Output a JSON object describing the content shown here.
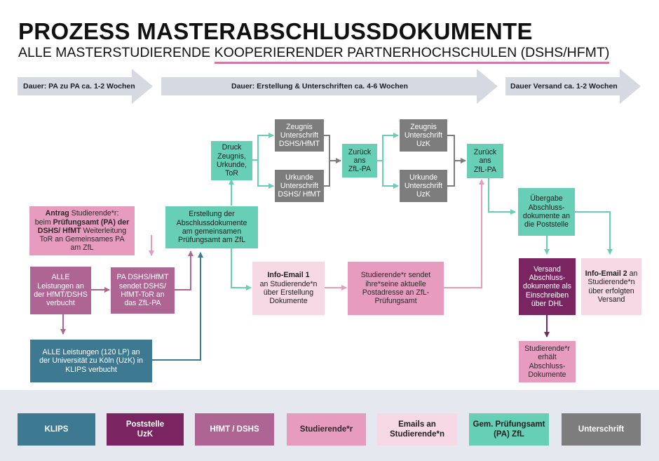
{
  "title": "PROZESS MASTERABSCHLUSSDOKUMENTE",
  "subtitle": {
    "part1": "ALLE MASTERSTUDIERENDE ",
    "part2": "KOOPERIERENDER PARTNERHOCHSCHULEN (DSHS/HFMT)"
  },
  "phases": [
    "Dauer: PA zu PA ca. 1-2 Wochen",
    "Dauer: Erstellung & Unterschriften ca. 4-6 Wochen",
    "Dauer Versand ca. 1-2 Wochen"
  ],
  "nodes": {
    "antrag": {
      "l1_bold": "Antrag",
      "l1_rest": " Studierende*r:",
      "l2_pre": "beim ",
      "l2_bold": "Prüfungsamt (PA) der",
      "l3_bold": "DSHS/ HfMT",
      "l3_rest": " Weiterleitung",
      "l4": "ToR an Gemeinsames PA",
      "l5": "am ZfL"
    },
    "alle_leistungen_hfmt": [
      "ALLE",
      "Leistungen an",
      "der HfMT/DSHS",
      "verbucht"
    ],
    "pa_dshs_sendet": [
      "PA DSHS/HfMT",
      "sendet DSHS/",
      "HfMT-ToR an",
      "das ZfL-PA"
    ],
    "alle_leistungen_uzk": [
      "ALLE Leistungen (120 LP) an",
      "der Universität zu Köln (UzK) in",
      "KLIPS verbucht"
    ],
    "erstellung": [
      "Erstellung der",
      "Abschlussdokumente",
      "am gemeinsamen",
      "Prüfungsamt am ZfL"
    ],
    "druck": [
      "Druck",
      "Zeugnis,",
      "Urkunde,",
      "ToR"
    ],
    "zeugnis_dshs": [
      "Zeugnis",
      "Unterschrift",
      "DSHS/HfMT"
    ],
    "urkunde_dshs": [
      "Urkunde",
      "Unterschrift",
      "DSHS/ HfMT"
    ],
    "zurueck1": [
      "Zurück",
      "ans",
      "ZfL-PA"
    ],
    "zeugnis_uzk": [
      "Zeugnis",
      "Unterschrift",
      "UzK"
    ],
    "urkunde_uzk": [
      "Urkunde",
      "Unterschrift",
      "UzK"
    ],
    "zurueck2": [
      "Zurück",
      "ans",
      "ZfL-PA"
    ],
    "info_email_1": {
      "bold": "Info-Email 1",
      "lines": [
        "an Studierende*n",
        "über Erstellung",
        "Dokumente"
      ]
    },
    "studierende_sendet": [
      "Studierende*r sendet",
      "ihre*seine aktuelle",
      "Postadresse an ZfL-",
      "Prüfungsamt"
    ],
    "uebergabe": [
      "Übergabe",
      "Abschluss-",
      "dokumente an",
      "die Poststelle"
    ],
    "versand": [
      "Versand",
      "Abschluss-",
      "dokumente als",
      "Einschreiben",
      "über DHL"
    ],
    "info_email_2": {
      "bold": "Info-Email 2",
      "l1_rest": " an",
      "lines": [
        "Studierende*n",
        "über erfolgten",
        "Versand"
      ]
    },
    "erhaelt": [
      "Studierende*r",
      "erhält",
      "Abschluss-",
      "Dokumente"
    ]
  },
  "legend": [
    {
      "label": [
        "KLIPS"
      ],
      "color": "#3d7a92"
    },
    {
      "label": [
        "Poststelle",
        "UzK"
      ],
      "color": "#7a2561"
    },
    {
      "label": [
        "HfMT / DSHS"
      ],
      "color": "#ae6593"
    },
    {
      "label": [
        "Studierende*r"
      ],
      "color": "#e79bbf"
    },
    {
      "label": [
        "Emails an",
        "Studierende*n"
      ],
      "color": "#f7d9e6"
    },
    {
      "label": [
        "Gem. Prüfungsamt",
        "(PA) ZfL"
      ],
      "color": "#67cfb6"
    },
    {
      "label": [
        "Unterschrift"
      ],
      "color": "#7d7d7d"
    }
  ],
  "colors": {
    "teal": "#67cfb6",
    "gray": "#7d7d7d",
    "pink_medium": "#e79bbf",
    "pink_light": "#f7d9e6",
    "hfmt_mauve": "#ae6593",
    "klips_blue": "#3d7a92",
    "poststelle_purple": "#7a2561",
    "phase_arrow": "#d4d9e2",
    "underline": "#d4789f"
  }
}
